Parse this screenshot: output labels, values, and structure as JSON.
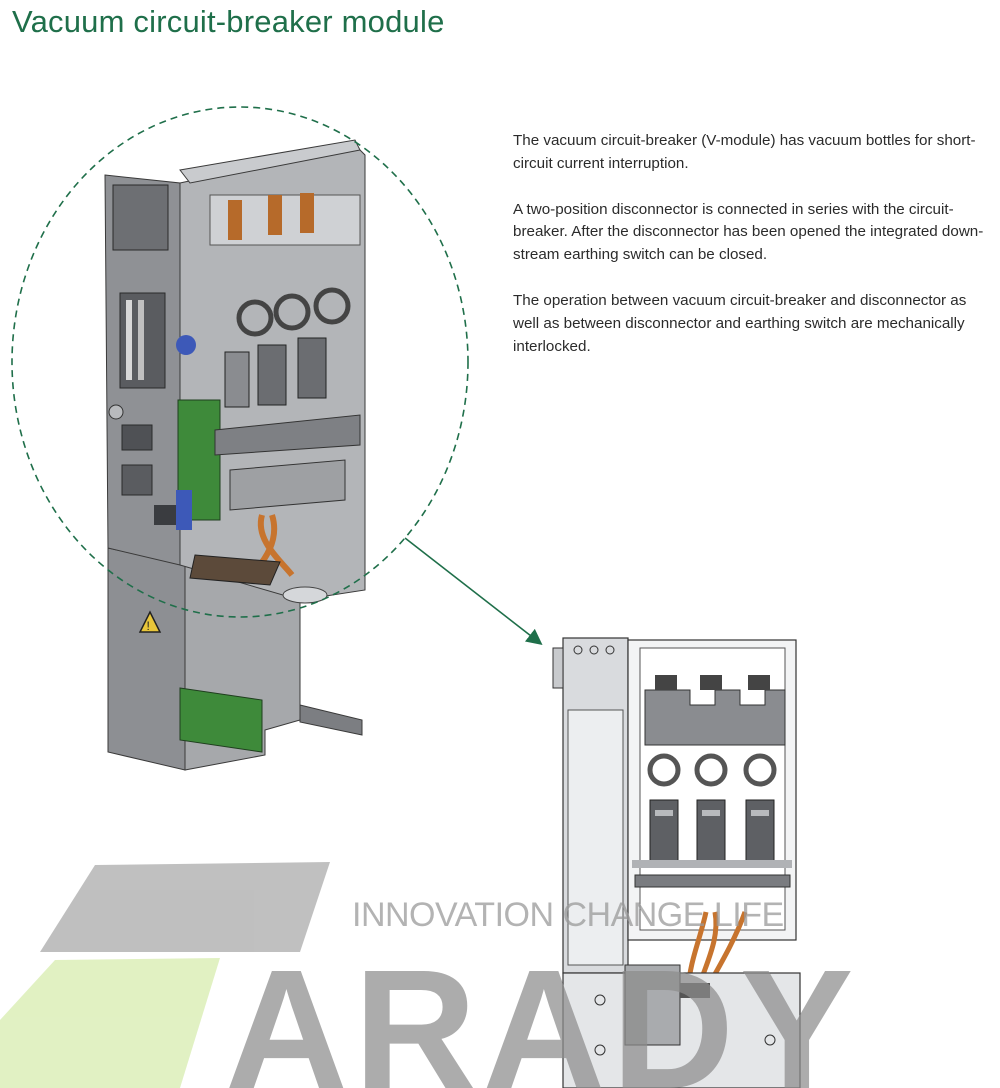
{
  "page": {
    "title": "Vacuum circuit-breaker module",
    "paragraphs": [
      "The vacuum circuit-breaker (V-module) has vacuum bottles for short-circuit current interruption.",
      "A two-position disconnector is connected in series with the circuit-breaker. After the disconnector has been opened the integrated down-stream earthing switch can be closed.",
      "The operation between vacuum circuit-breaker and disconnector as well as between disconnector and earthing switch are mechanically interlocked."
    ]
  },
  "watermark": {
    "tagline": "INNOVATION CHANGE LIFE",
    "brand": "ARADY"
  },
  "colors": {
    "title": "#1f6f4a",
    "callout": "#1f6f4a",
    "watermark_gray": "#8c8c8c",
    "watermark_green": "#cfe8a6"
  }
}
